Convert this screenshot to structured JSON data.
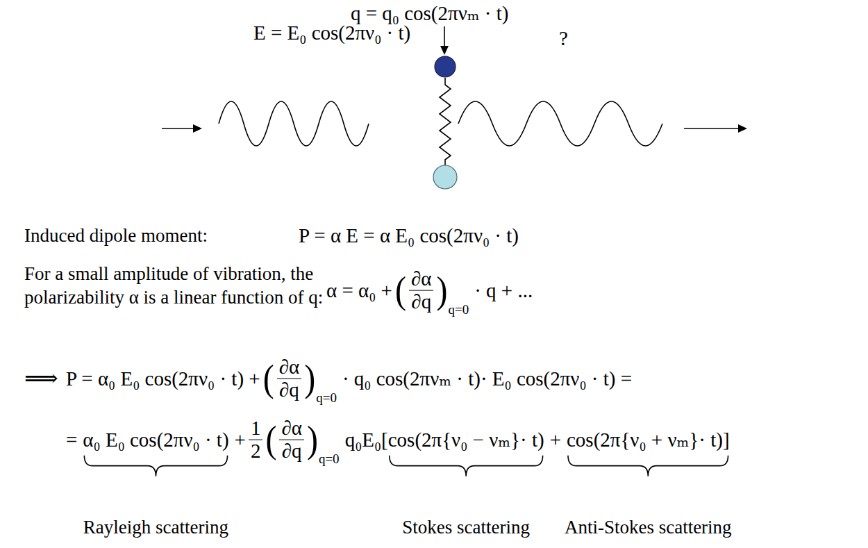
{
  "diagram": {
    "labels": [
      "q = q₀ cos(2πνₘ · t)",
      "E = E₀ cos(2πν₀ · t)",
      "?",
      "Induced dipole moment:",
      "P = α E = α E₀ cos(2πν₀ · t)",
      "For a small amplitude of vibration, the polarizability α is a linear function of q:",
      "α = α₀ +",
      "(",
      "∂α",
      "∂q",
      ")",
      "q=0",
      "· q + ...",
      "⟹",
      "P = α₀ E₀ cos(2πν₀ · t) +",
      "(",
      "∂α",
      "∂q",
      ")",
      "q=0",
      "· q₀ cos(2πνₘ · t)· E₀ cos(2πν₀ · t) =",
      "=",
      "α₀ E₀ cos(2πν₀ · t)",
      "+",
      "1",
      "2",
      "(",
      "∂α",
      "∂q",
      ")",
      "q=0",
      "q₀E₀[",
      "cos(2π{ν₀ − νₘ}· t)",
      "+",
      "cos(2π{ν₀ + νₘ}· t)",
      "]",
      "Rayleigh scattering",
      "Stokes scattering",
      "Anti-Stokes scattering"
    ]
  }
}
